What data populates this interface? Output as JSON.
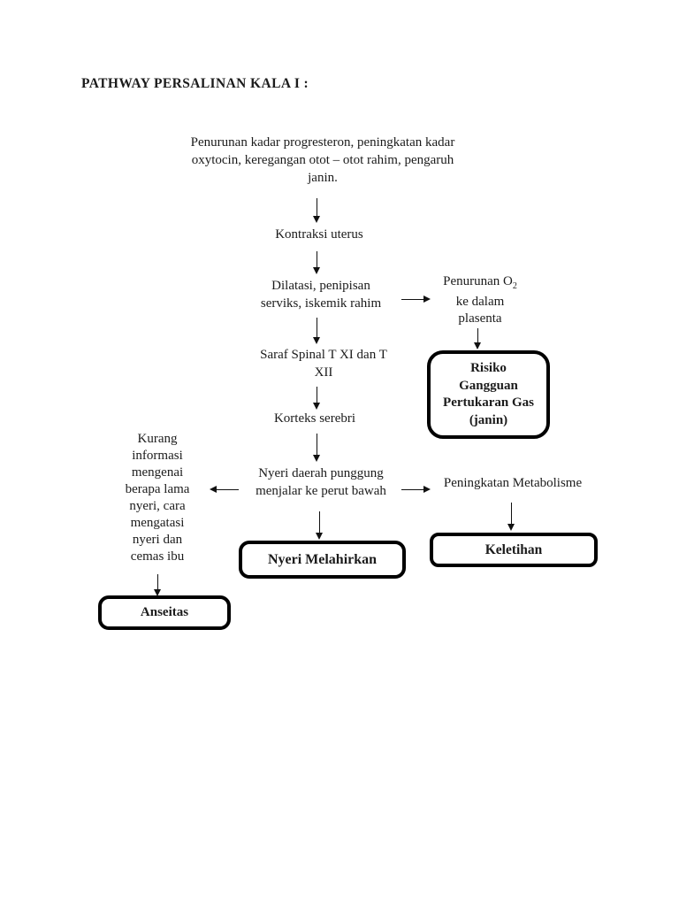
{
  "title": "PATHWAY PERSALINAN KALA I :",
  "flow": {
    "trigger_lines": [
      "Penurunan kadar progresteron, peningkatan kadar",
      "oxytocin, keregangan otot – otot rahim, pengaruh",
      "janin."
    ],
    "kontraksi_uterus": "Kontraksi uterus",
    "dilatasi_lines": [
      "Dilatasi, penipisan",
      "serviks, iskemik rahim"
    ],
    "penurunan_o2": {
      "line1_main": "Penurunan O",
      "line1_sub": "2",
      "line2": "ke dalam",
      "line3": "plasenta"
    },
    "risiko_lines": [
      "Risiko",
      "Gangguan",
      "Pertukaran Gas",
      "(janin)"
    ],
    "saraf_lines": [
      "Saraf Spinal T XI dan T",
      "XII"
    ],
    "korteks_serebri": "Korteks serebri",
    "kurang_info_lines": [
      "Kurang",
      "informasi",
      "mengenai",
      "berapa lama",
      "nyeri, cara",
      "mengatasi",
      "nyeri dan",
      "cemas ibu"
    ],
    "nyeri_daerah_lines": [
      "Nyeri daerah punggung",
      "menjalar ke perut bawah"
    ],
    "peningkatan_metabolisme": "Peningkatan Metabolisme",
    "nyeri_melahirkan": "Nyeri Melahirkan",
    "keletihan": "Keletihan",
    "anseitas": "Anseitas"
  },
  "colors": {
    "background": "#ffffff",
    "text": "#1b1b1b",
    "box_border": "#000000"
  }
}
